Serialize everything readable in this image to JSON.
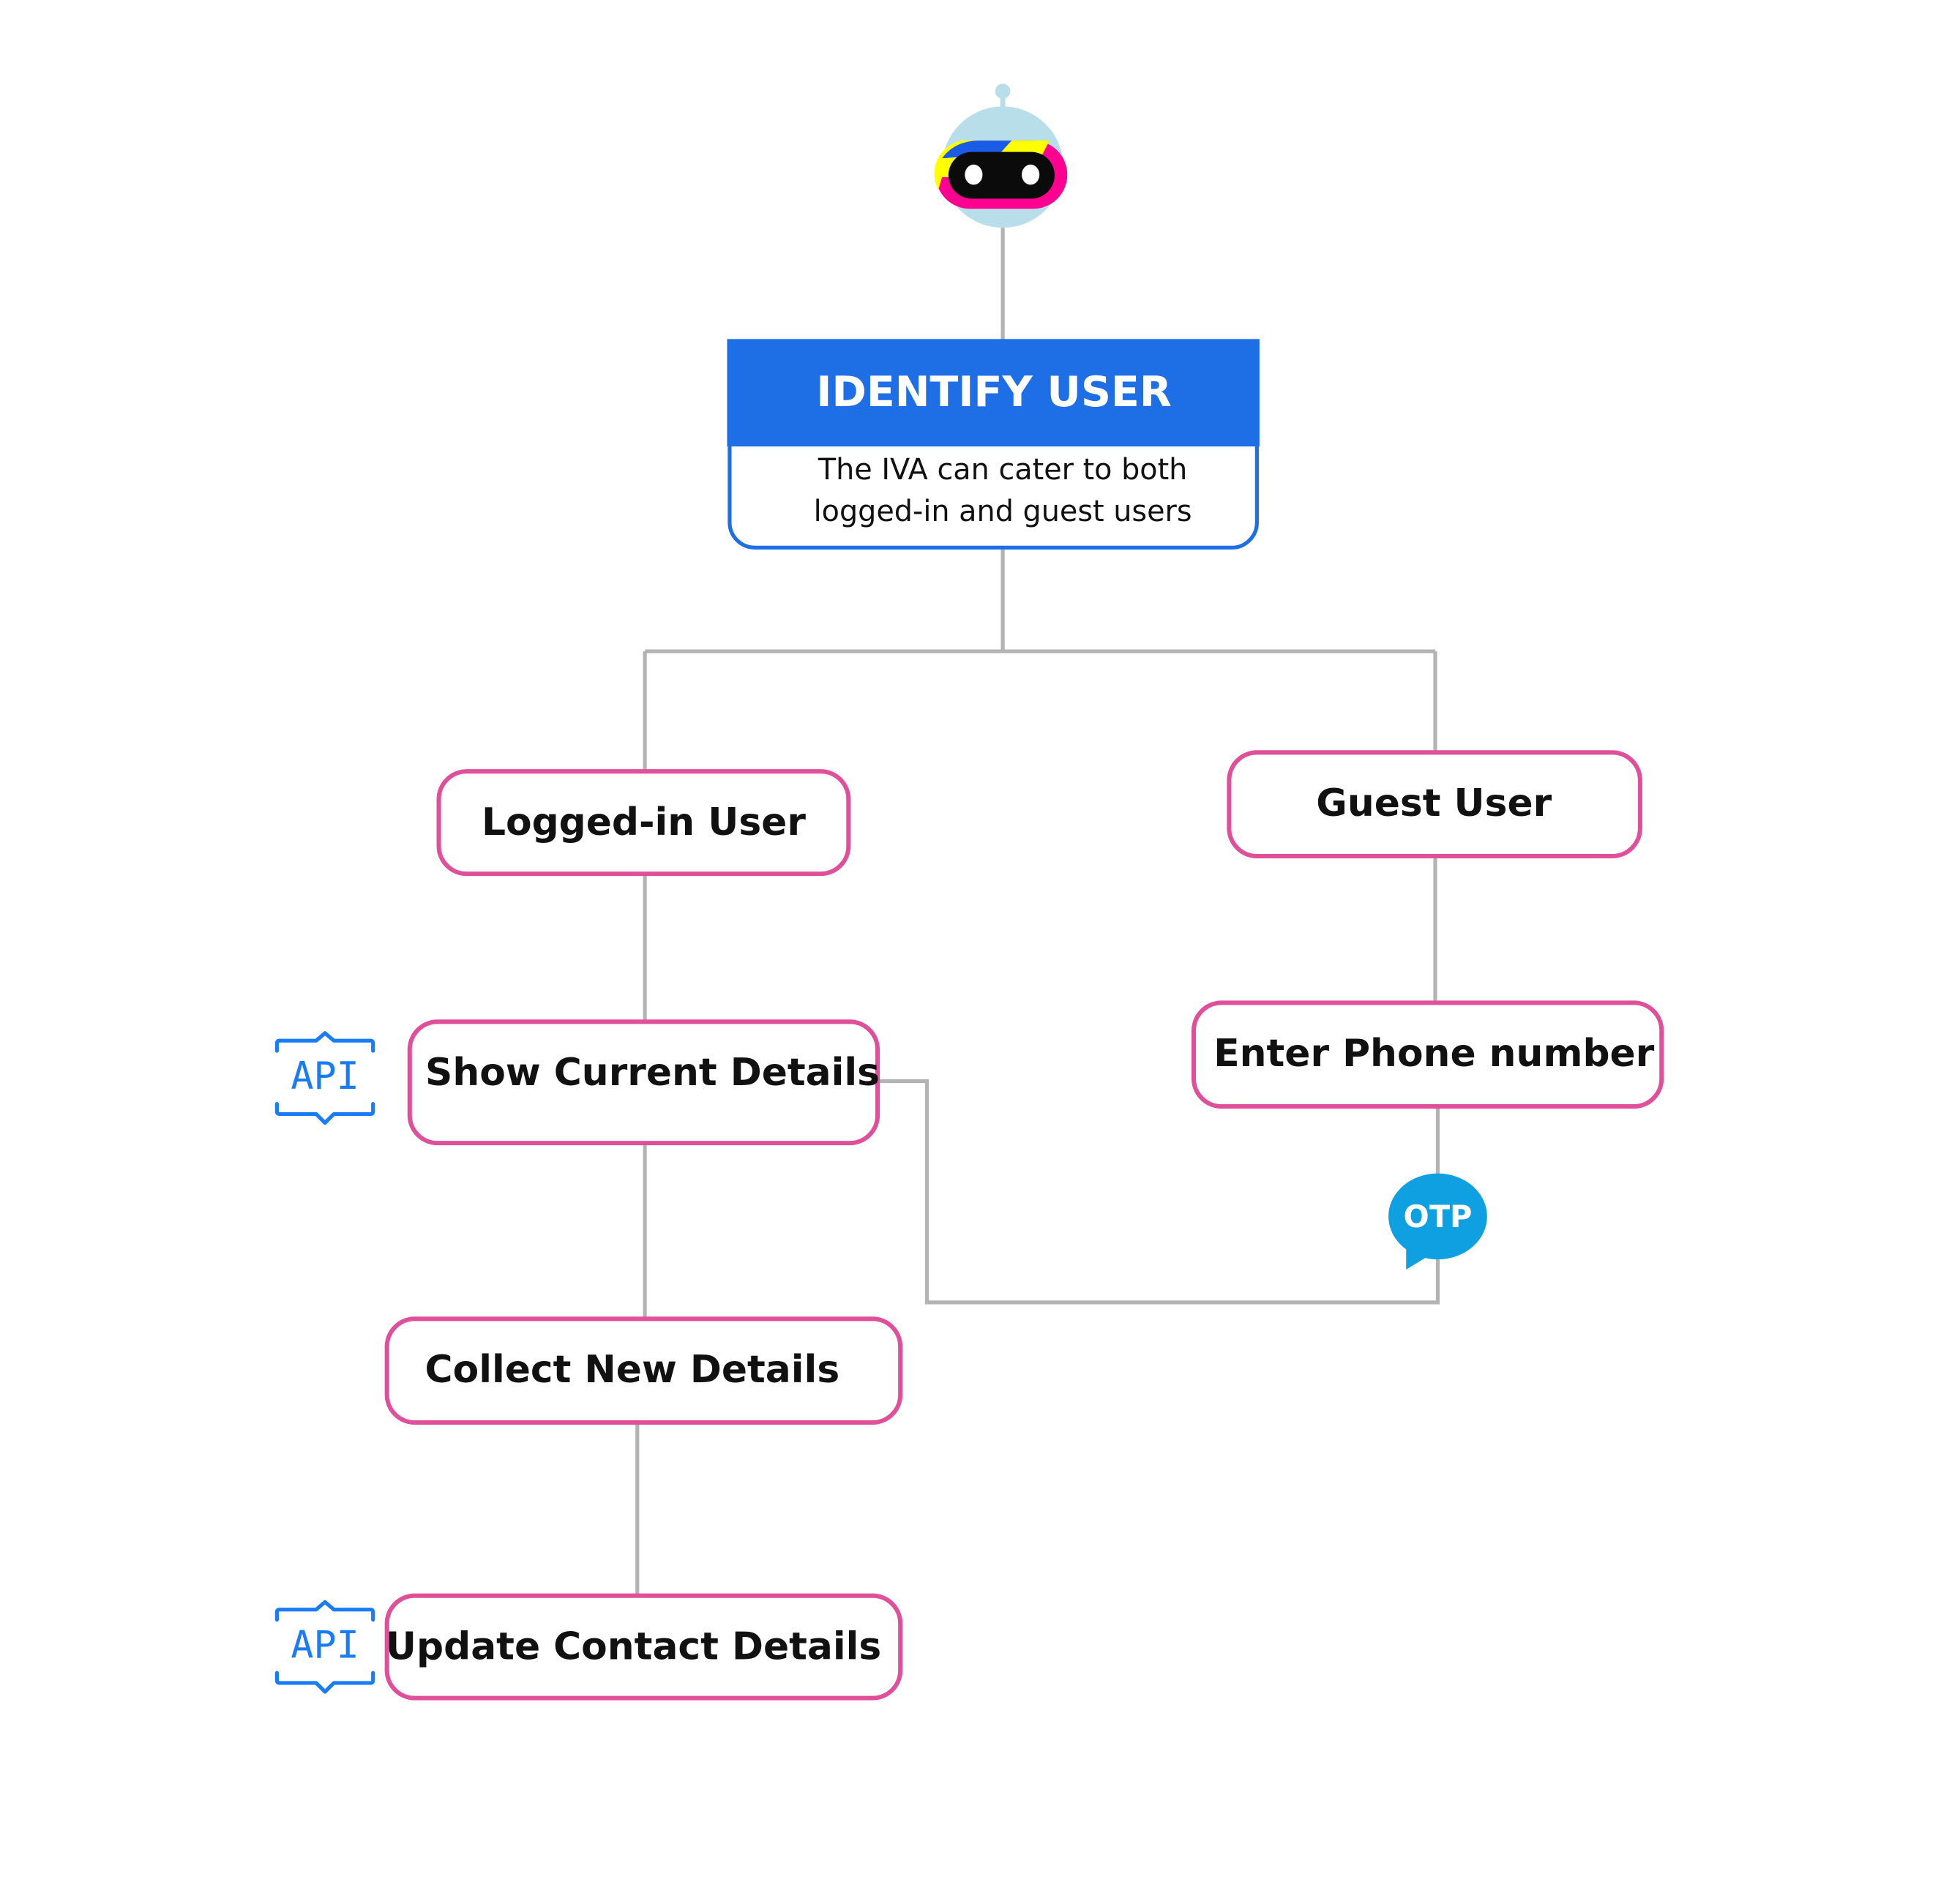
{
  "colors": {
    "primary_blue": "#1e6fe6",
    "node_border": "#e0509a",
    "connector": "#b3b3b3",
    "otp_blue": "#0ea0e0",
    "api_blue": "#1a7cf5"
  },
  "identify": {
    "title": "IDENTIFY USER",
    "desc_line1": "The IVA can cater to both",
    "desc_line2": "logged-in and guest users"
  },
  "nodes": {
    "logged_in": "Logged-in User",
    "guest": "Guest User",
    "enter_phone": "Enter Phone number",
    "show_current": "Show Current Details",
    "collect_new": "Collect New Details",
    "update_contact": "Update Contact Details"
  },
  "badges": {
    "api": "API",
    "otp": "OTP"
  },
  "icons": [
    "robot-icon",
    "api-icon",
    "otp-bubble-icon"
  ]
}
